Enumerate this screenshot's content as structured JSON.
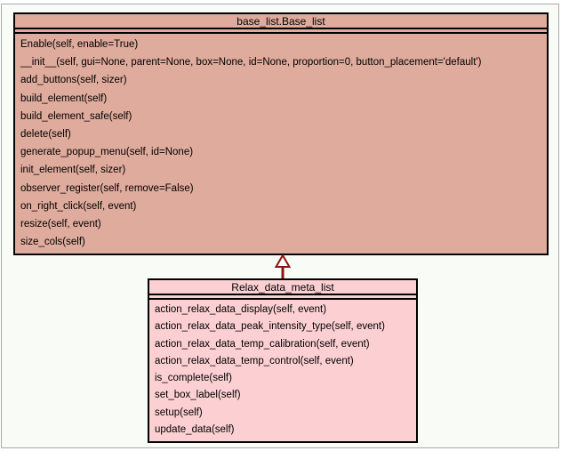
{
  "diagram": {
    "type": "uml-class-diagram",
    "classes": [
      {
        "name": "base_list.Base_list",
        "attributes": [],
        "methods": [
          "Enable(self, enable=True)",
          "__init__(self, gui=None, parent=None, box=None, id=None, proportion=0, button_placement='default')",
          "add_buttons(self, sizer)",
          "build_element(self)",
          "build_element_safe(self)",
          "delete(self)",
          "generate_popup_menu(self, id=None)",
          "init_element(self, sizer)",
          "observer_register(self, remove=False)",
          "on_right_click(self, event)",
          "resize(self, event)",
          "size_cols(self)"
        ]
      },
      {
        "name": "Relax_data_meta_list",
        "attributes": [],
        "methods": [
          "action_relax_data_display(self, event)",
          "action_relax_data_peak_intensity_type(self, event)",
          "action_relax_data_temp_calibration(self, event)",
          "action_relax_data_temp_control(self, event)",
          "is_complete(self)",
          "set_box_label(self)",
          "setup(self)",
          "update_data(self)"
        ]
      }
    ],
    "relationships": [
      {
        "type": "inheritance",
        "from": "Relax_data_meta_list",
        "to": "base_list.Base_list"
      }
    ],
    "colors": {
      "base_class_fill": "#dfab9c",
      "subclass_fill": "#fcd0d3",
      "box_border": "#000000",
      "arrow": "#8b1414",
      "arrow_head_fill": "#f9fbf6",
      "frame_border": "#a9a9a9",
      "canvas_bg": "#f9fbf6"
    }
  }
}
